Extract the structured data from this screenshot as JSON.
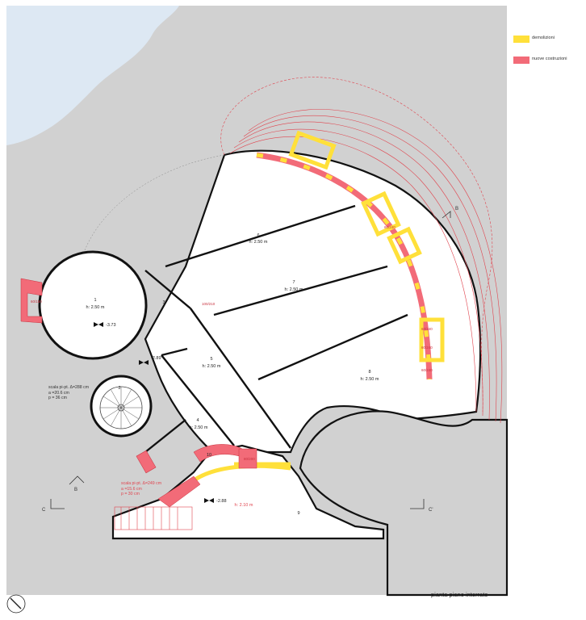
{
  "title": "pianta piano interrato",
  "legend": [
    {
      "label": "demolizioni",
      "color": "#ffe03a"
    },
    {
      "label": "nuove costruzioni",
      "color": "#f26b78"
    }
  ],
  "colors": {
    "ground": "#d1d1d1",
    "water": "#dde8f3",
    "wall": "#111111",
    "demolition": "#ffe03a",
    "new": "#f26b78"
  },
  "rooms": [
    {
      "number": "1",
      "height": "h: 2.50 m"
    },
    {
      "number": "2",
      "height": ""
    },
    {
      "number": "3",
      "height": ""
    },
    {
      "number": "4",
      "height": "h: 2.50 m"
    },
    {
      "number": "5",
      "height": "h: 2.50 m"
    },
    {
      "number": "6",
      "height": "h: 2.50 m"
    },
    {
      "number": "7",
      "height": "h: 2.50 m"
    },
    {
      "number": "8",
      "height": "h: 2.50 m"
    },
    {
      "number": "9",
      "height": ""
    },
    {
      "number": "10",
      "height": ""
    },
    {
      "number": "",
      "height": "h: 2.10 m"
    }
  ],
  "levels": [
    "-3.73",
    "-2.89",
    "-2.88"
  ],
  "openings": [
    "60/150",
    "60/240",
    "60/240",
    "60/240",
    "60/240",
    "80/200",
    "100/210"
  ],
  "sections": [
    "B",
    "B",
    "C",
    "C'"
  ],
  "stair_notes": {
    "existing": [
      "scala pi-pt. Δ=288 cm",
      "a =20.6 cm",
      "p = 36 cm"
    ],
    "new": [
      "scala pi-pt. Δ=249 cm",
      "a =15.6 cm",
      "p = 30 cm"
    ]
  }
}
